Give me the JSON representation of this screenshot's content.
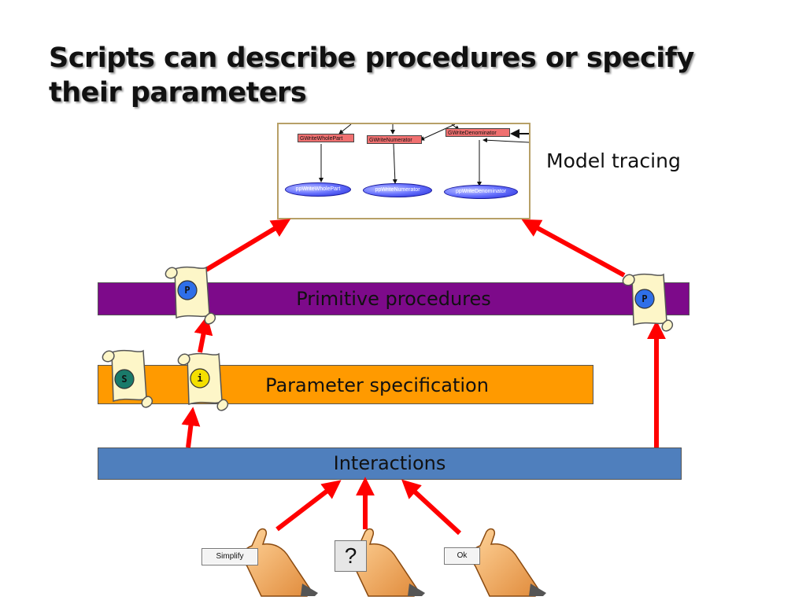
{
  "slide": {
    "title": "Scripts can describe procedures or specify their parameters",
    "model_tracing_label": "Model tracing"
  },
  "layers": {
    "primitive": "Primitive procedures",
    "parameter": "Parameter specification",
    "interactions": "Interactions"
  },
  "trace": {
    "producers": [
      "GWriteWholePart",
      "GWriteNumerator",
      "GWriteDenominator"
    ],
    "primitives": [
      "ppWriteWholePart",
      "ppWriteNumerator",
      "ppWriteDenominator"
    ]
  },
  "scrolls": {
    "p_left": "P",
    "s": "S",
    "i": "i",
    "p_right": "P"
  },
  "widgets": {
    "simplify": "Simplify",
    "question": "?",
    "ok": "Ok"
  },
  "colors": {
    "arrow": "#ff0000",
    "primitive_band": "#7d0a8a",
    "parameter_band": "#ff9a00",
    "interactions_band": "#4f7fbd",
    "scroll_p": "#2f6fe8",
    "scroll_s": "#1a7a6a",
    "scroll_i": "#f4e000"
  }
}
